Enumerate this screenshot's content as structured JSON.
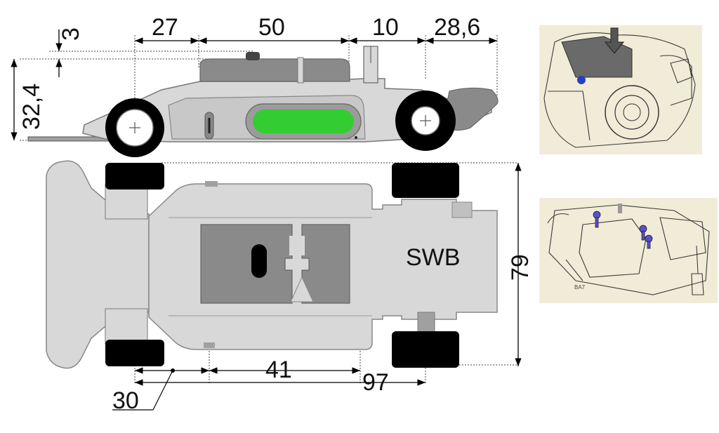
{
  "dimensions": {
    "top": [
      "3",
      "27",
      "50",
      "10",
      "28,6"
    ],
    "side_height": "32,4",
    "width": "79",
    "bottom": [
      "30",
      "41",
      "97"
    ]
  },
  "chassis_label": "SWB",
  "photo_bottom_label": "BA7",
  "colors": {
    "chassis": "#d8d8d8",
    "body_dark": "#8a8a8a",
    "tire": "#000000",
    "highlight": "#33cc33",
    "photo_bg": "#f1ecd8"
  }
}
